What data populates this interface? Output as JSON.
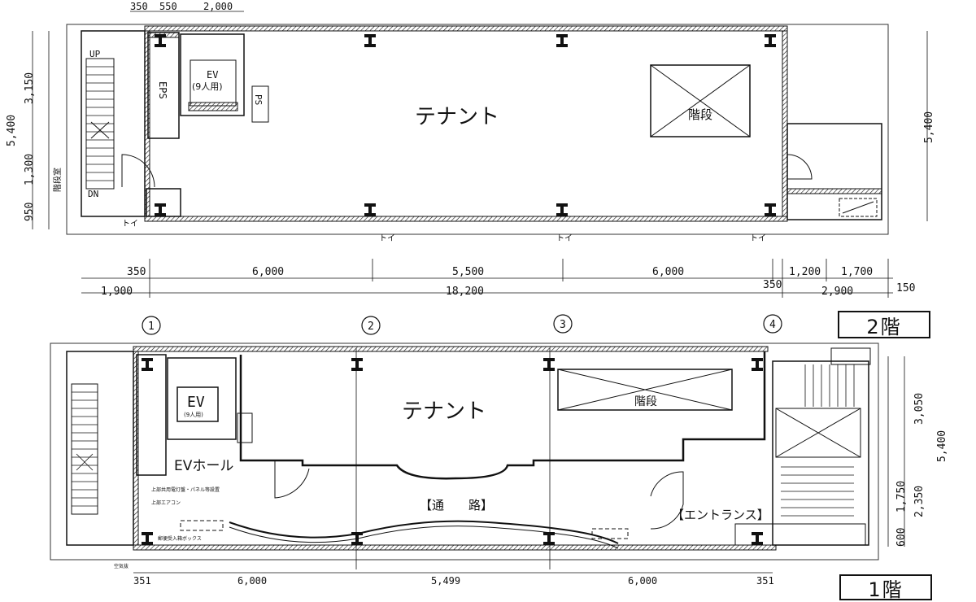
{
  "floor2": {
    "label": "2階",
    "tenant": "テナント",
    "stair_void": "階段",
    "ev": "EV",
    "ev_cap": "(9人用)",
    "eps": "EPS",
    "ps": "PS",
    "up": "UP",
    "dn": "DN",
    "toilet": "トイ",
    "side_note": "階段室",
    "top_dims": [
      "350",
      "550",
      "2,000"
    ],
    "left_dims": [
      "5,400",
      "3,150",
      "1,300",
      "950"
    ],
    "right_dim": "5,400",
    "bottom_dims": [
      "350",
      "6,000",
      "5,500",
      "6,000",
      "1,200",
      "1,700"
    ],
    "bottom_dims2": [
      "1,900",
      "18,200",
      "350",
      "2,900",
      "150"
    ]
  },
  "grid": [
    "1",
    "2",
    "3",
    "4"
  ],
  "floor1": {
    "label": "1階",
    "tenant": "テナント",
    "stair_void": "階段",
    "ev": "EV",
    "ev_cap": "(9人用)",
    "ev_hall": "EVホール",
    "passage": "【通　　路】",
    "entrance": "【エントランス】",
    "right_dims": [
      "3,050",
      "5,400",
      "1,750",
      "2,350",
      "600"
    ],
    "bottom_dims": [
      "351",
      "6,000",
      "5,499",
      "6,000",
      "351"
    ],
    "notes": [
      "上部共用電灯盤・パネル等設置",
      "上部エアコン",
      "郵便受入箱ボックス",
      "空気抜"
    ]
  }
}
